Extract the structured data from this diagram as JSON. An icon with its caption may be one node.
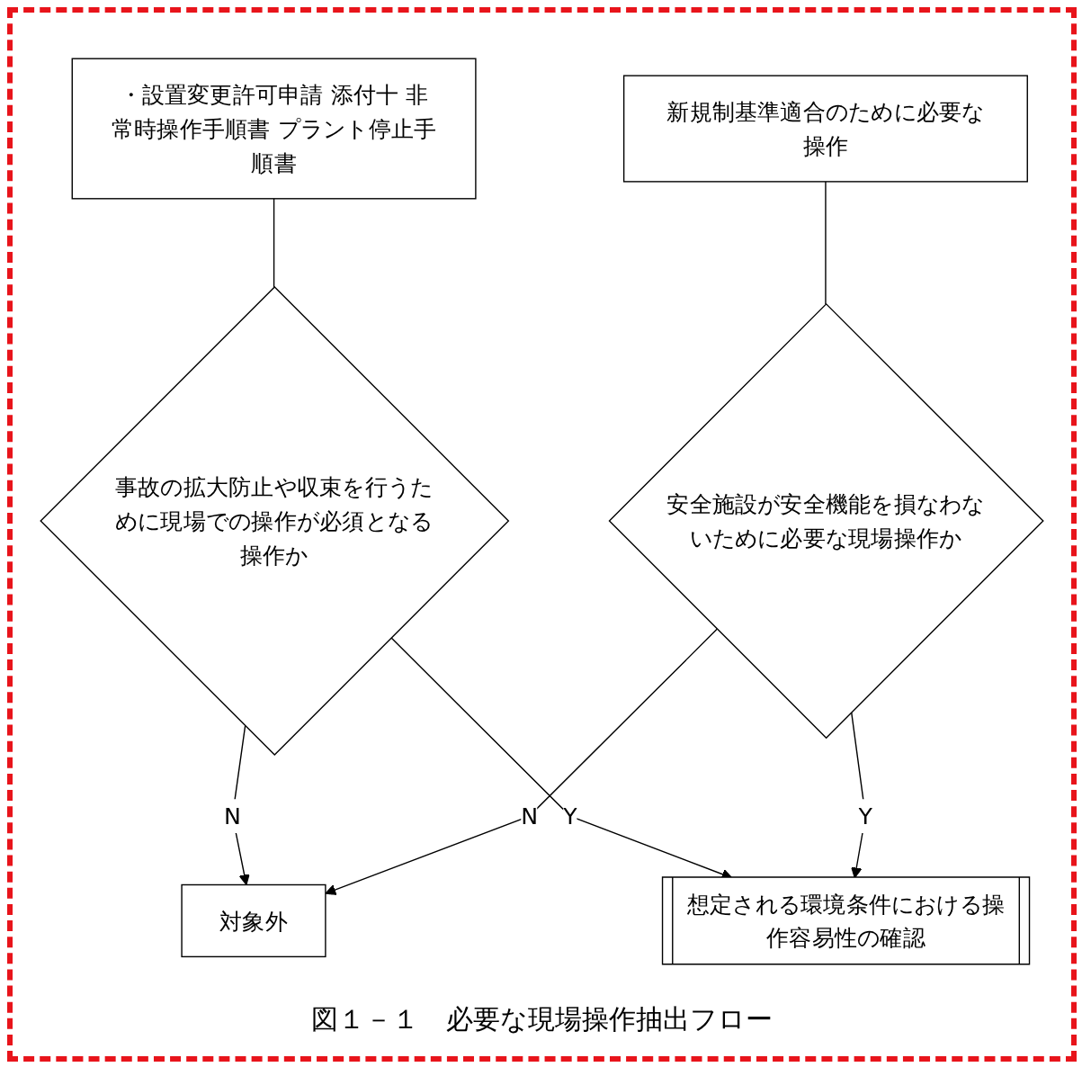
{
  "diagram": {
    "caption": "図１－１　必要な現場操作抽出フロー",
    "nodes": [
      {
        "text": [
          "・設置変更許可申請 添付十 非常時操作手順書 プラント停止手順書"
        ]
      },
      {
        "text": [
          "新規制基準適合のために必要な操作"
        ]
      },
      {
        "text": [
          "事故の拡大防止や収束を行うために現場での操作が必須となる操作か"
        ]
      },
      {
        "text": [
          "安全施設が安全機能を損なわないために必要な現場操作か"
        ]
      },
      {
        "text": [
          "対象外"
        ]
      },
      {
        "text": [
          "想定される環境条件における操作容易性の確認"
        ]
      }
    ],
    "edges": [
      {
        "from": 0,
        "to": 2,
        "arrow": "none"
      },
      {
        "from": 1,
        "to": 3,
        "arrow": "none"
      },
      {
        "from": 2,
        "to": 4,
        "arrow": "to",
        "label": "N"
      },
      {
        "from": 3,
        "to": 4,
        "arrow": "to",
        "label": "N"
      },
      {
        "from": 2,
        "to": 5,
        "arrow": "to",
        "label": "Y"
      },
      {
        "from": 3,
        "to": 5,
        "arrow": "to",
        "label": "Y"
      }
    ]
  }
}
